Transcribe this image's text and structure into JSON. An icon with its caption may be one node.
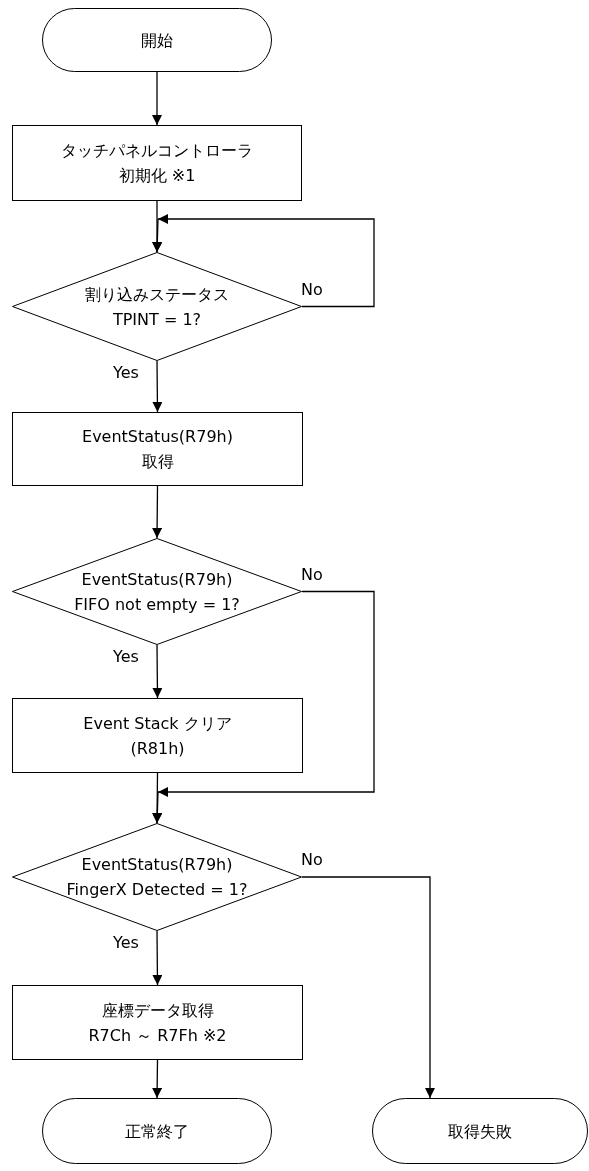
{
  "diagram": {
    "nodes": [
      {
        "text": [
          "開始"
        ]
      },
      {
        "text": [
          "タッチパネルコントローラ",
          "初期化 ※1"
        ]
      },
      {
        "text": [
          "割り込みステータス",
          "TPINT = 1?"
        ]
      },
      {
        "text": [
          "EventStatus(R79h)",
          "取得"
        ]
      },
      {
        "text": [
          "EventStatus(R79h)",
          "FIFO not empty = 1?"
        ]
      },
      {
        "text": [
          "Event Stack クリア",
          "(R81h)"
        ]
      },
      {
        "text": [
          "EventStatus(R79h)",
          "FingerX Detected = 1?"
        ]
      },
      {
        "text": [
          "座標データ取得",
          "R7Ch ～ R7Fh ※2"
        ]
      },
      {
        "text": [
          "正常終了"
        ]
      },
      {
        "text": [
          "取得失敗"
        ]
      }
    ],
    "edges": [
      {
        "from": 0,
        "to": 1,
        "arrow": "to"
      },
      {
        "from": 1,
        "to": 2,
        "arrow": "to"
      },
      {
        "from": 2,
        "to": 2,
        "arrow": "to",
        "label": "No"
      },
      {
        "from": 2,
        "to": 3,
        "arrow": "to",
        "label": "Yes"
      },
      {
        "from": 3,
        "to": 4,
        "arrow": "to"
      },
      {
        "from": 4,
        "to": 5,
        "arrow": "to",
        "label": "Yes"
      },
      {
        "from": 4,
        "to": 6,
        "arrow": "to",
        "label": "No"
      },
      {
        "from": 5,
        "to": 6,
        "arrow": "to"
      },
      {
        "from": 6,
        "to": 7,
        "arrow": "to",
        "label": "Yes"
      },
      {
        "from": 6,
        "to": 9,
        "arrow": "to",
        "label": "No"
      },
      {
        "from": 7,
        "to": 8,
        "arrow": "to"
      }
    ]
  }
}
